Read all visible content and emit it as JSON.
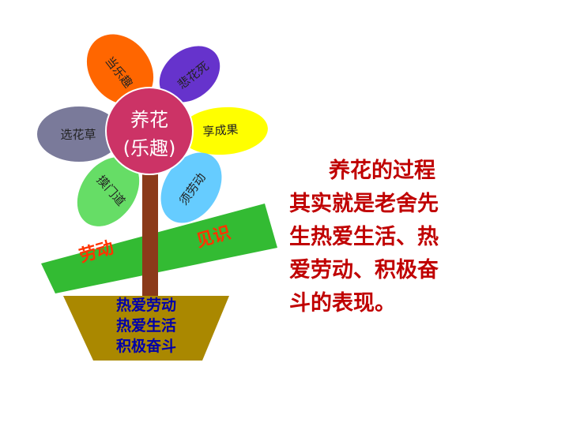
{
  "flower": {
    "center_line1": "养花",
    "center_line2": "(乐趣)",
    "petals": [
      {
        "label": "当乐趣",
        "color": "#FF6600"
      },
      {
        "label": "悲花死",
        "color": "#6633CC"
      },
      {
        "label": "享成果",
        "color": "#FFFF00"
      },
      {
        "label": "须劳动",
        "color": "#66CCFF"
      },
      {
        "label": "摸门道",
        "color": "#66DD66"
      },
      {
        "label": "选花草",
        "color": "#7A7A9A"
      }
    ],
    "center_color": "#CC3366"
  },
  "leaf_band": {
    "left_text": "劳动",
    "right_text": "见识",
    "color": "#33BB33",
    "text_color": "#FF3300"
  },
  "pot": {
    "lines": [
      "热爱劳动",
      "热爱生活",
      "积极奋斗"
    ],
    "color": "#AA8800",
    "text_color": "#0000AA"
  },
  "stem_color": "#8B3A1A",
  "paragraph": {
    "lines": [
      "养花的过程",
      "其实就是老舍先",
      "生热爱生活、热",
      "爱劳动、积极奋",
      "斗的表现。"
    ]
  }
}
